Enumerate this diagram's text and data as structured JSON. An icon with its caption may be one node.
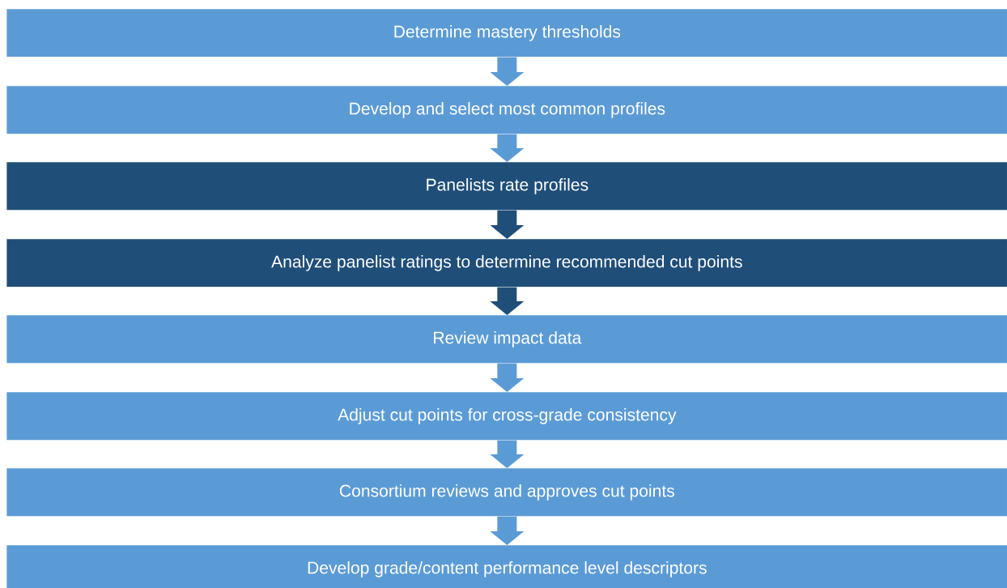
{
  "diagram": {
    "nodes": [
      {
        "text": [
          "Determine mastery thresholds"
        ]
      },
      {
        "text": [
          "Develop and select most common profiles"
        ]
      },
      {
        "text": [
          "Panelists rate profiles"
        ]
      },
      {
        "text": [
          "Analyze panelist ratings to determine recommended cut points"
        ]
      },
      {
        "text": [
          "Review impact data"
        ]
      },
      {
        "text": [
          "Adjust cut points for cross-grade consistency"
        ]
      },
      {
        "text": [
          "Consortium reviews and approves cut points"
        ]
      },
      {
        "text": [
          "Develop grade/content performance level descriptors"
        ]
      }
    ],
    "edges": [
      {
        "from": 0,
        "to": 1,
        "arrow": "to"
      },
      {
        "from": 1,
        "to": 2,
        "arrow": "to"
      },
      {
        "from": 2,
        "to": 3,
        "arrow": "to",
        "color": "#1f4e79"
      },
      {
        "from": 3,
        "to": 4,
        "arrow": "to",
        "color": "#1f4e79"
      },
      {
        "from": 4,
        "to": 5,
        "arrow": "to"
      },
      {
        "from": 5,
        "to": 6,
        "arrow": "to"
      },
      {
        "from": 6,
        "to": 7,
        "arrow": "to"
      }
    ]
  }
}
